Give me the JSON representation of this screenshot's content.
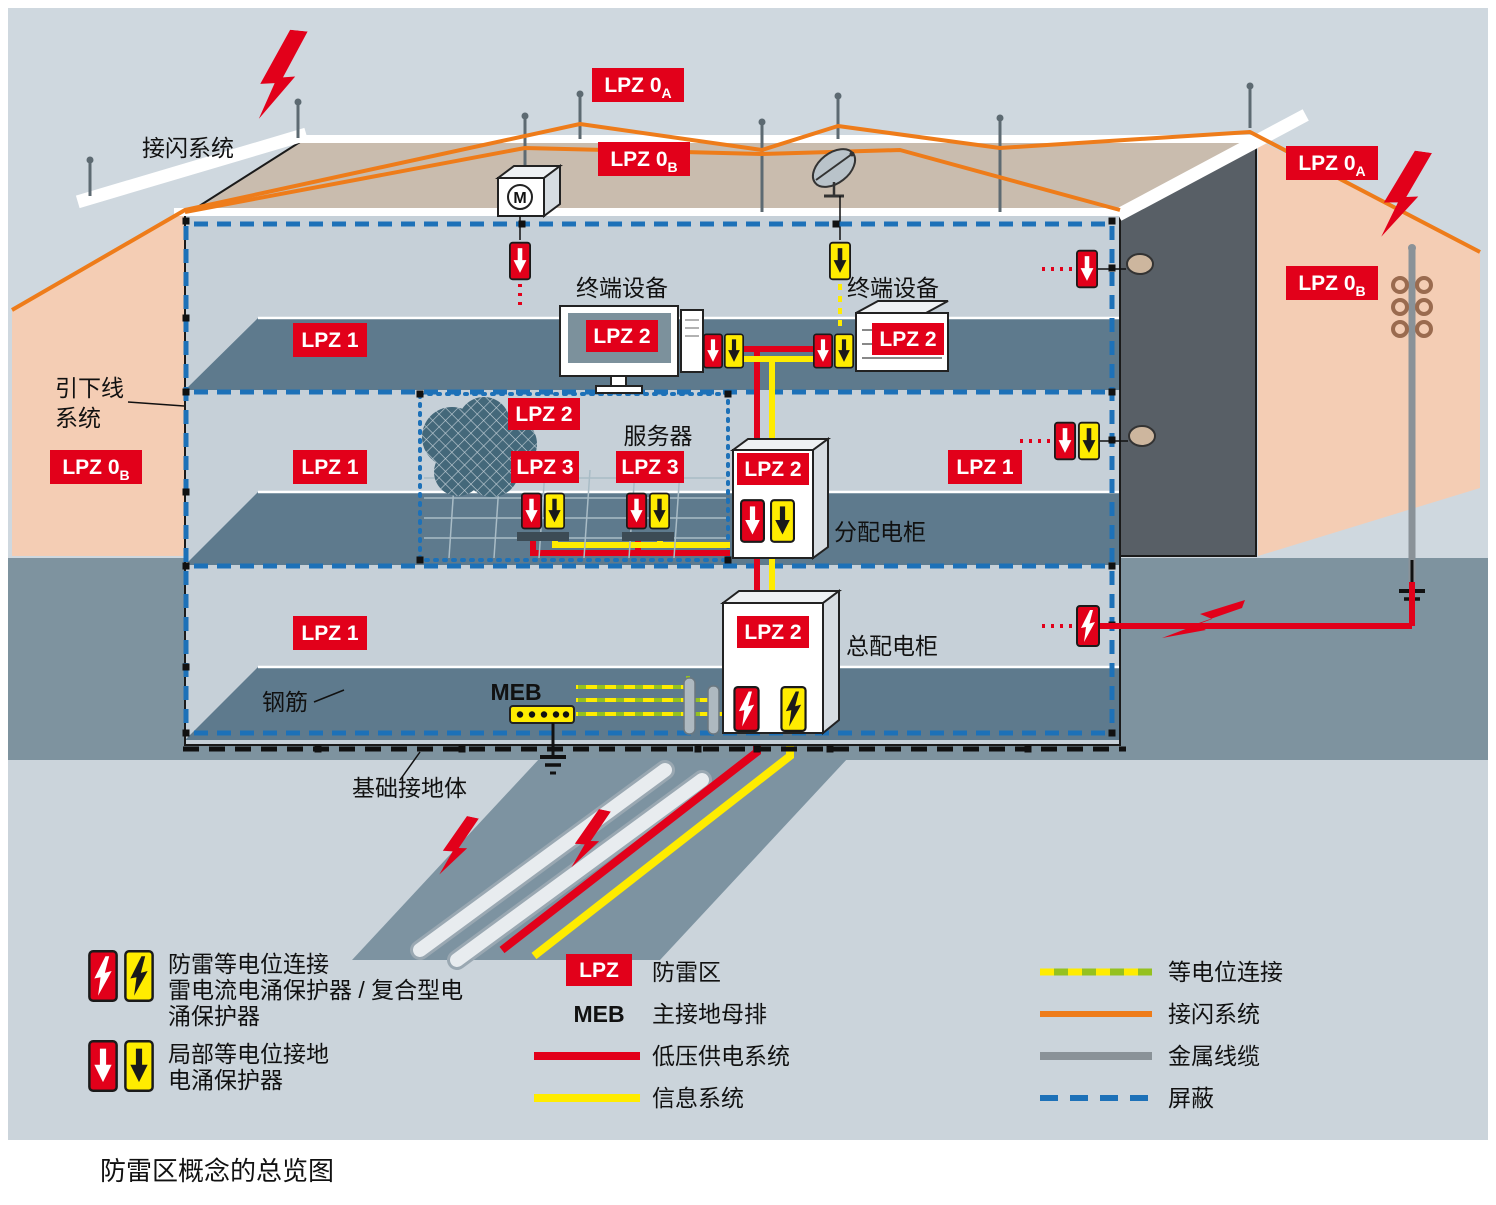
{
  "caption": "防雷区概念的总览图",
  "badges": {
    "lpz0a": {
      "main": "LPZ 0",
      "sub": "A"
    },
    "lpz0b": {
      "main": "LPZ 0",
      "sub": "B"
    },
    "lpz1": "LPZ 1",
    "lpz2": "LPZ 2",
    "lpz3": "LPZ 3",
    "lpz": "LPZ"
  },
  "labels": {
    "air_termination": "接闪系统",
    "down_conductor_1": "引下线",
    "down_conductor_2": "系统",
    "terminal_left": "终端设备",
    "terminal_right": "终端设备",
    "server": "服务器",
    "distribution_cabinet": "分配电柜",
    "main_cabinet": "总配电柜",
    "rebar": "钢筋",
    "meb": "MEB",
    "foundation_earth": "基础接地体",
    "motor": "M"
  },
  "legend": {
    "bonding_spd_1": "防雷等电位连接",
    "bonding_spd_2": "雷电流电涌保护器 / 复合型电",
    "bonding_spd_3": "涌保护器",
    "local_spd_1": "局部等电位接地",
    "local_spd_2": "电涌保护器",
    "lpz": "LPZ",
    "lpz_desc": "防雷区",
    "meb": "MEB",
    "meb_desc": "主接地母排",
    "power_desc": "低压供电系统",
    "info_desc": "信息系统",
    "equipotential_desc": "等电位连接",
    "air_termination_desc": "接闪系统",
    "metal_cable_desc": "金属线缆",
    "shield_desc": "屏蔽"
  },
  "colors": {
    "red": "#e2001a",
    "yellow": "#ffec00",
    "orange": "#ee7c1a",
    "blue": "#1d71b8",
    "green": "#95c11f",
    "peach": "#f4cdb4",
    "sky": "#cfd8df",
    "ground": "#7e939f",
    "slab": "#5e7a8d",
    "wall_dark": "#585f66",
    "face": "#c6d0d8"
  }
}
